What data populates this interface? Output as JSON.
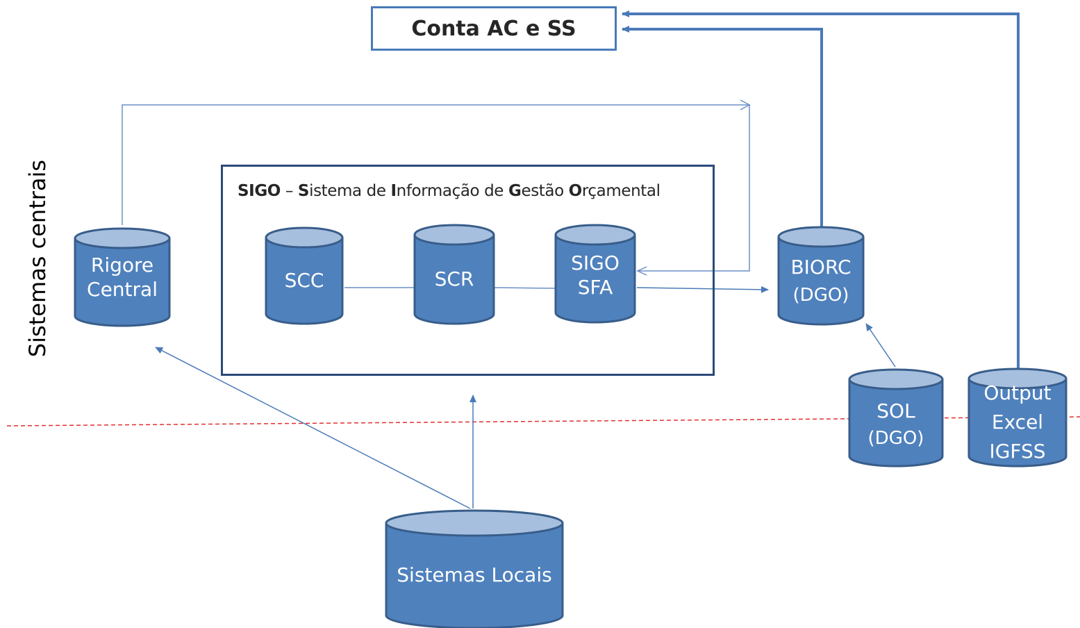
{
  "title_box": "Conta AC e SS",
  "side_label": "Sistemas centrais",
  "sigo_group": {
    "acronym": "SIGO",
    "dash": " – ",
    "words": [
      {
        "initial": "S",
        "rest": "istema de "
      },
      {
        "initial": "I",
        "rest": "nformação de "
      },
      {
        "initial": "G",
        "rest": "estão "
      },
      {
        "initial": "O",
        "rest": "rçamental"
      }
    ]
  },
  "databases": {
    "rigore": [
      "Rigore",
      "Central"
    ],
    "scc": [
      "SCC"
    ],
    "scr": [
      "SCR"
    ],
    "sigo_sfa": [
      "SIGO",
      "SFA"
    ],
    "biorc": [
      "BIORC",
      "(DGO)"
    ],
    "sol": [
      "SOL",
      "(DGO)"
    ],
    "output": [
      "Output",
      "Excel",
      "IGFSS"
    ],
    "locais": [
      "Sistemas Locais"
    ]
  },
  "colors": {
    "db_fill": "#4f81bd",
    "db_top": "#a7bfde",
    "db_stroke": "#385d8a",
    "line": "#4a7ab8",
    "thin_line": "#6a8fc8",
    "divider": "#e03030"
  }
}
